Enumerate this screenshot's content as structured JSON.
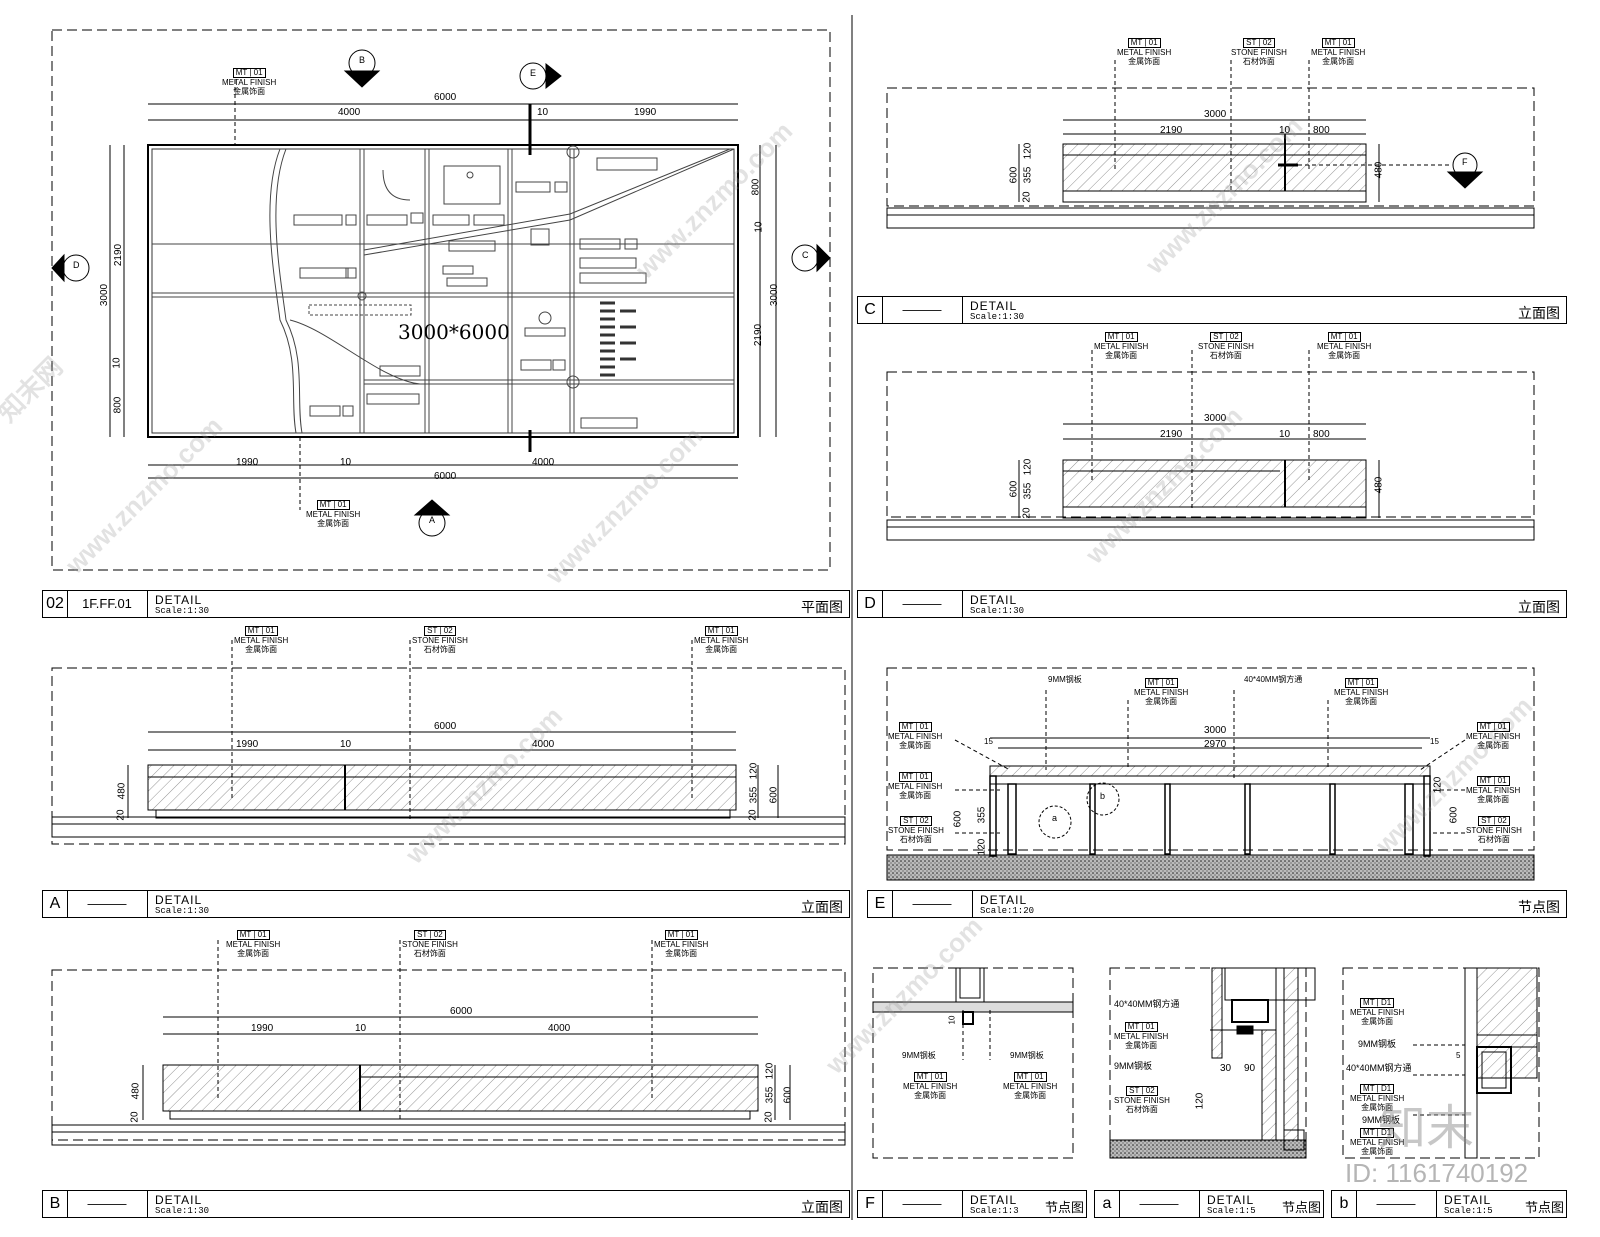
{
  "main_plan": {
    "size_text": "3000*6000",
    "tags_top": {
      "code": "MT",
      "num": "01",
      "en": "METAL FINISH",
      "cn": "金属饰面"
    },
    "tags_bottom": {
      "code": "MT",
      "num": "01",
      "en": "METAL FINISH",
      "cn": "金属饰面"
    },
    "dims_top": [
      "4000",
      "6000",
      "10",
      "1990"
    ],
    "dims_bottom": [
      "1990",
      "10",
      "6000",
      "4000"
    ],
    "dims_left": [
      "2190",
      "3000",
      "10",
      "800"
    ],
    "dims_right": [
      "800",
      "10",
      "3000",
      "2190"
    ],
    "markers": [
      "B",
      "E",
      "D",
      "C",
      "A"
    ]
  },
  "title_blocks": [
    {
      "id": "02",
      "ref": "1F.FF.01",
      "detail": "DETAIL",
      "scale": "Scale:1:30",
      "view": "平面图"
    },
    {
      "id": "C",
      "ref": "———",
      "detail": "DETAIL",
      "scale": "Scale:1:30",
      "view": "立面图"
    },
    {
      "id": "D",
      "ref": "———",
      "detail": "DETAIL",
      "scale": "Scale:1:30",
      "view": "立面图"
    },
    {
      "id": "A",
      "ref": "———",
      "detail": "DETAIL",
      "scale": "Scale:1:30",
      "view": "立面图"
    },
    {
      "id": "E",
      "ref": "———",
      "detail": "DETAIL",
      "scale": "Scale:1:20",
      "view": "节点图"
    },
    {
      "id": "B",
      "ref": "———",
      "detail": "DETAIL",
      "scale": "Scale:1:30",
      "view": "立面图"
    },
    {
      "id": "F",
      "ref": "———",
      "detail": "DETAIL",
      "scale": "Scale:1:3",
      "view": "节点图"
    },
    {
      "id": "a",
      "ref": "———",
      "detail": "DETAIL",
      "scale": "Scale:1:5",
      "view": "节点图"
    },
    {
      "id": "b",
      "ref": "———",
      "detail": "DETAIL",
      "scale": "Scale:1:5",
      "view": "节点图"
    }
  ],
  "finish": {
    "metal": {
      "code": "MT",
      "num": "01",
      "en": "METAL FINISH",
      "cn": "金属饰面"
    },
    "stone": {
      "code": "ST",
      "num": "02",
      "en": "STONE FINISH",
      "cn": "石材饰面"
    }
  },
  "elev_c": {
    "dims": [
      "3000",
      "2190",
      "10",
      "800"
    ],
    "side": [
      "600",
      "120",
      "355",
      "20"
    ],
    "right": "480",
    "marker": "F"
  },
  "elev_d": {
    "dims": [
      "3000",
      "2190",
      "10",
      "800"
    ],
    "side": [
      "600",
      "120",
      "355",
      "20"
    ],
    "right": "480"
  },
  "elev_a": {
    "dims": [
      "6000",
      "1990",
      "10",
      "4000"
    ],
    "left": [
      "480",
      "20"
    ],
    "right": [
      "120",
      "355",
      "20",
      "600"
    ]
  },
  "elev_b": {
    "dims": [
      "6000",
      "1990",
      "10",
      "4000"
    ],
    "left": [
      "480",
      "20"
    ],
    "right": [
      "120",
      "355",
      "20",
      "600"
    ]
  },
  "section_e": {
    "dims": [
      "3000",
      "2970"
    ],
    "notes": [
      "9MM钢板",
      "40*40MM钢方通"
    ],
    "left": [
      "600",
      "120",
      "355"
    ],
    "right": [
      "120",
      "600"
    ],
    "markers": [
      "a",
      "b"
    ],
    "edge": [
      "15",
      "15"
    ]
  },
  "detail_f": {
    "notes": [
      "9MM钢板",
      "9MM钢板"
    ],
    "dims": [
      "10"
    ]
  },
  "detail_a": {
    "notes": [
      "40*40MM钢方通",
      "9MM钢板"
    ],
    "dims": [
      "30",
      "90",
      "120"
    ]
  },
  "detail_b": {
    "notes": [
      "9MM钢板",
      "40*40MM钢方通",
      "9MM钢板"
    ],
    "dims": [
      "5"
    ],
    "tag_num": "D1"
  },
  "watermark": {
    "site": "www.znzmo.com",
    "brand": "知末网",
    "id": "ID: 1161740192",
    "logo": "知末"
  }
}
